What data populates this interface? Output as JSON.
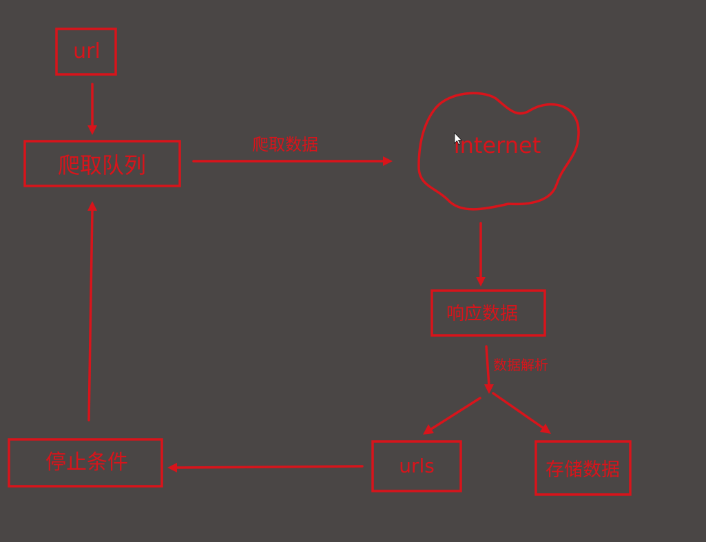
{
  "nodes": {
    "url": "url",
    "crawl_queue": "爬取队列",
    "internet": "internet",
    "response_data": "响应数据",
    "stop_condition": "停止条件",
    "urls": "urls",
    "store_data": "存储数据"
  },
  "edge_labels": {
    "crawl_data": "爬取数据",
    "data_parsing": "数据解析"
  },
  "colors": {
    "background": "#4a4645",
    "stroke": "#d8141b"
  }
}
